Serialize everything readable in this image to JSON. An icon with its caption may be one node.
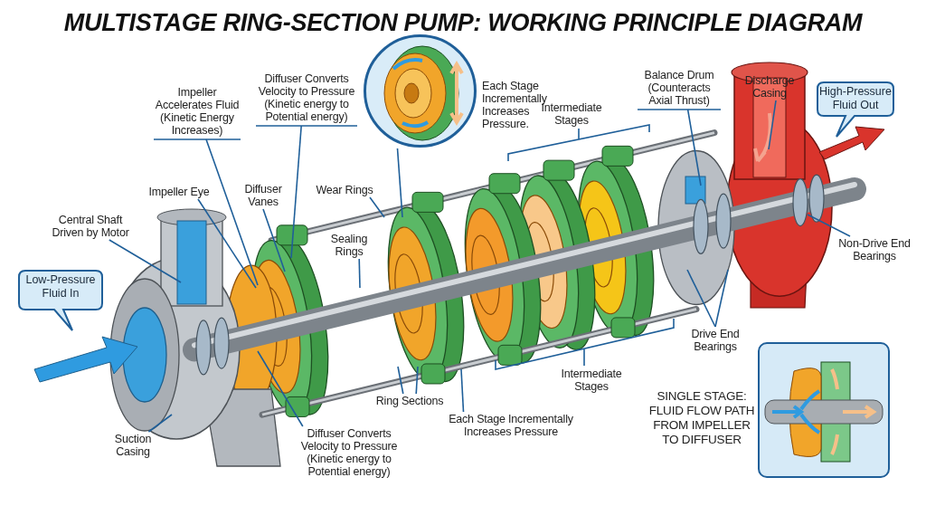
{
  "diagram": {
    "title": "MULTISTAGE RING-SECTION PUMP: WORKING PRINCIPLE DIAGRAM",
    "nodes": [
      {
        "text": [
          "Impeller Accelerates Fluid (Kinetic Energy Increases)"
        ]
      },
      {
        "text": [
          "Diffuser Converts Velocity to Pressure (Kinetic energy to Potential energy)"
        ]
      },
      {
        "text": [],
        "shape": "picture",
        "beside": [
          "Each Stage Incrementally Increases Pressure."
        ]
      },
      {
        "text": [
          "Balance Drum (Counteracts Axial Thrust)"
        ]
      },
      {
        "text": [
          "Discharge Casing"
        ]
      },
      {
        "text": [
          "High-Pressure Fluid Out"
        ]
      },
      {
        "text": [
          "Impeller Eye"
        ]
      },
      {
        "text": [
          "Diffuser Vanes"
        ]
      },
      {
        "text": [
          "Wear Rings"
        ]
      },
      {
        "text": [
          "Central Shaft Driven by Motor"
        ]
      },
      {
        "text": [
          "Sealing Rings"
        ]
      },
      {
        "text": [
          "Non-Drive End Bearings"
        ]
      },
      {
        "text": [
          "Low-Pressure Fluid In"
        ]
      },
      {
        "text": [
          "Drive End Bearings"
        ]
      },
      {
        "text": [],
        "shape": "picture",
        "beside": [
          "SINGLE STAGE: FLUID FLOW PATH FROM IMPELLER TO DIFFUSER"
        ]
      },
      {
        "text": [
          "Ring Sections"
        ]
      },
      {
        "text": [
          "Suction Casing"
        ]
      },
      {
        "text": [
          "Each Stage Incrementally Increases Pressure"
        ]
      },
      {
        "text": [
          "Diffuser Converts Velocity to Pressure (Kinetic energy to Potential energy)"
        ]
      }
    ],
    "edges": [
      {
        "from": 0,
        "to": null,
        "arrow": "none"
      },
      {
        "from": 1,
        "to": null,
        "arrow": "none"
      },
      {
        "from": 2,
        "to": null,
        "arrow": "none"
      },
      {
        "from": 3,
        "to": null,
        "arrow": "none"
      },
      {
        "from": 4,
        "to": null,
        "arrow": "none"
      },
      {
        "from": 6,
        "to": null,
        "arrow": "none"
      },
      {
        "from": 7,
        "to": null,
        "arrow": "none"
      },
      {
        "from": 8,
        "to": null,
        "arrow": "none"
      },
      {
        "from": 9,
        "to": null,
        "arrow": "none"
      },
      {
        "from": 10,
        "to": null,
        "arrow": "none"
      },
      {
        "from": 11,
        "to": null,
        "arrow": "none"
      },
      {
        "from": 13,
        "to": null,
        "arrow": "none"
      },
      {
        "from": 13,
        "to": null,
        "arrow": "none"
      },
      {
        "from": 15,
        "to": null,
        "arrow": "none"
      },
      {
        "from": 15,
        "to": null,
        "arrow": "none"
      },
      {
        "from": 16,
        "to": null,
        "arrow": "none"
      },
      {
        "from": 17,
        "to": null,
        "arrow": "none"
      },
      {
        "from": 18,
        "to": null,
        "arrow": "none"
      }
    ],
    "labels": [
      "Intermediate Stages",
      "Intermediate Stages"
    ]
  }
}
